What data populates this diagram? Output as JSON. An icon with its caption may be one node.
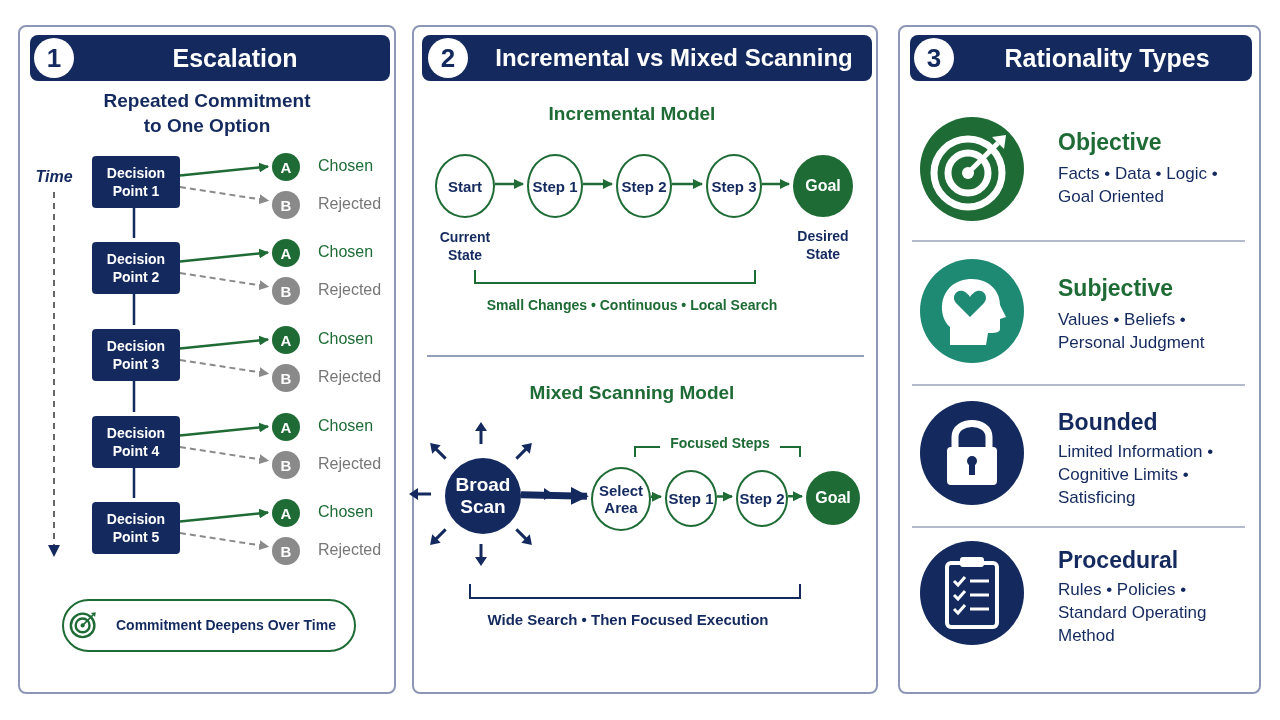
{
  "diagram": {
    "nodes": [
      {
        "text": [],
        "shape": "box"
      },
      {
        "text": [
          "Escalation"
        ],
        "in": 0
      },
      {
        "text": [
          "1"
        ],
        "in": 1
      },
      {
        "text": [
          "Decision Point 1"
        ],
        "in": 0
      },
      {
        "text": [
          "A"
        ],
        "in": 0,
        "beside": [
          "Chosen"
        ]
      },
      {
        "text": [
          "B"
        ],
        "in": 0,
        "beside": [
          "Rejected"
        ]
      },
      {
        "text": [
          "Decision Point 2"
        ],
        "in": 0
      },
      {
        "text": [
          "A"
        ],
        "in": 0,
        "beside": [
          "Chosen"
        ]
      },
      {
        "text": [
          "B"
        ],
        "in": 0,
        "beside": [
          "Rejected"
        ]
      },
      {
        "text": [
          "Decision Point 3"
        ],
        "in": 0
      },
      {
        "text": [
          "A"
        ],
        "in": 0,
        "beside": [
          "Chosen"
        ]
      },
      {
        "text": [
          "B"
        ],
        "in": 0,
        "beside": [
          "Rejected"
        ]
      },
      {
        "text": [
          "Decision Point 4"
        ],
        "in": 0
      },
      {
        "text": [
          "A"
        ],
        "in": 0,
        "beside": [
          "Chosen"
        ]
      },
      {
        "text": [
          "B"
        ],
        "in": 0,
        "beside": [
          "Rejected"
        ]
      },
      {
        "text": [
          "Decision Point 5"
        ],
        "in": 0
      },
      {
        "text": [
          "A"
        ],
        "in": 0,
        "beside": [
          "Chosen"
        ]
      },
      {
        "text": [
          "B"
        ],
        "in": 0,
        "beside": [
          "Rejected"
        ]
      },
      {
        "text": [
          "Commitment Deepens Over Time"
        ],
        "in": 0
      },
      {
        "text": [],
        "shape": "box"
      },
      {
        "text": [
          "Incremental vs Mixed Scanning"
        ],
        "in": 19
      },
      {
        "text": [
          "2"
        ],
        "in": 20
      },
      {
        "text": [
          "Start"
        ],
        "in": 19,
        "beside": [
          "Current State"
        ]
      },
      {
        "text": [
          "Step 1"
        ],
        "in": 19
      },
      {
        "text": [
          "Step 2"
        ],
        "in": 19
      },
      {
        "text": [
          "Step 3"
        ],
        "in": 19
      },
      {
        "text": [
          "Goal"
        ],
        "in": 19,
        "beside": [
          "Desired State"
        ]
      },
      {
        "text": [
          "Broad Scan"
        ],
        "in": 19
      },
      {
        "text": [
          "Select Area"
        ],
        "in": 19
      },
      {
        "text": [
          "Step 1"
        ],
        "in": 19
      },
      {
        "text": [
          "Step 2"
        ],
        "in": 19
      },
      {
        "text": [
          "Goal"
        ],
        "in": 19
      },
      {
        "text": [],
        "shape": "box"
      },
      {
        "text": [
          "Rationality Types"
        ],
        "in": 32
      },
      {
        "text": [
          "3"
        ],
        "in": 33
      }
    ],
    "edges": [
      {
        "from": 3,
        "to": 4,
        "arrow": "to"
      },
      {
        "from": 3,
        "to": 5,
        "arrow": "to",
        "style": "dashed",
        "color": "#8a8a8a"
      },
      {
        "from": 3,
        "to": 6,
        "arrow": "none",
        "color": "#14295e"
      },
      {
        "from": 6,
        "to": 7,
        "arrow": "to"
      },
      {
        "from": 6,
        "to": 8,
        "arrow": "to",
        "style": "dashed",
        "color": "#8a8a8a"
      },
      {
        "from": 6,
        "to": 9,
        "arrow": "none",
        "color": "#14295e"
      },
      {
        "from": 9,
        "to": 10,
        "arrow": "to"
      },
      {
        "from": 9,
        "to": 11,
        "arrow": "to",
        "style": "dashed",
        "color": "#8a8a8a"
      },
      {
        "from": 9,
        "to": 12,
        "arrow": "none",
        "color": "#14295e"
      },
      {
        "from": 12,
        "to": 13,
        "arrow": "to"
      },
      {
        "from": 12,
        "to": 14,
        "arrow": "to",
        "style": "dashed",
        "color": "#8a8a8a"
      },
      {
        "from": 12,
        "to": 15,
        "arrow": "none",
        "color": "#14295e"
      },
      {
        "from": 15,
        "to": 16,
        "arrow": "to"
      },
      {
        "from": 15,
        "to": 17,
        "arrow": "to",
        "style": "dashed",
        "color": "#8a8a8a"
      },
      {
        "from": 22,
        "to": 23,
        "arrow": "to"
      },
      {
        "from": 23,
        "to": 24,
        "arrow": "to"
      },
      {
        "from": 24,
        "to": 25,
        "arrow": "to"
      },
      {
        "from": 25,
        "to": 26,
        "arrow": "to"
      },
      {
        "from": 27,
        "to": 28,
        "arrow": "to",
        "style": "thick",
        "color": "#14295e"
      },
      {
        "from": 28,
        "to": 29,
        "arrow": "to"
      },
      {
        "from": 29,
        "to": 30,
        "arrow": "to"
      },
      {
        "from": 30,
        "to": 31,
        "arrow": "to"
      }
    ],
    "labels": [
      "Repeated Commitment to One Option",
      "Time",
      "Incremental Model",
      "Small Changes • Continuous • Local Search",
      "Mixed Scanning Model",
      "Focused Steps",
      "Wide Search • Then Focused Execution",
      "Objective",
      "Facts • Data • Logic • Goal Oriented",
      "Subjective",
      "Values • Beliefs • Personal Judgment",
      "Bounded",
      "Limited Information • Cognitive Limits • Satisficing",
      "Procedural",
      "Rules • Policies • Standard Operating Method"
    ]
  }
}
